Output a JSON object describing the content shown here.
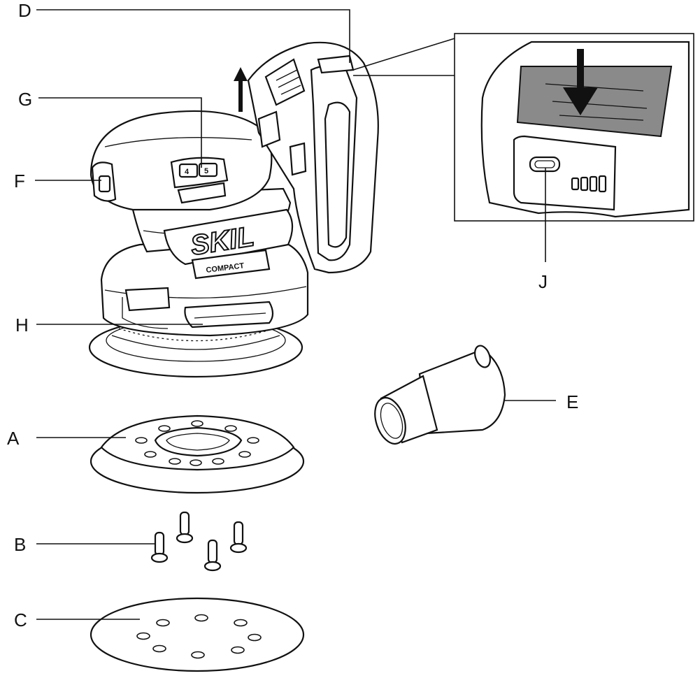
{
  "labels": {
    "A": "A",
    "B": "B",
    "C": "C",
    "D": "D",
    "E": "E",
    "F": "F",
    "G": "G",
    "H": "H",
    "J": "J"
  },
  "product": {
    "brand": "SKIL",
    "model_text": "COMPACT",
    "speed_digit_1": "4",
    "speed_digit_2": "5"
  }
}
